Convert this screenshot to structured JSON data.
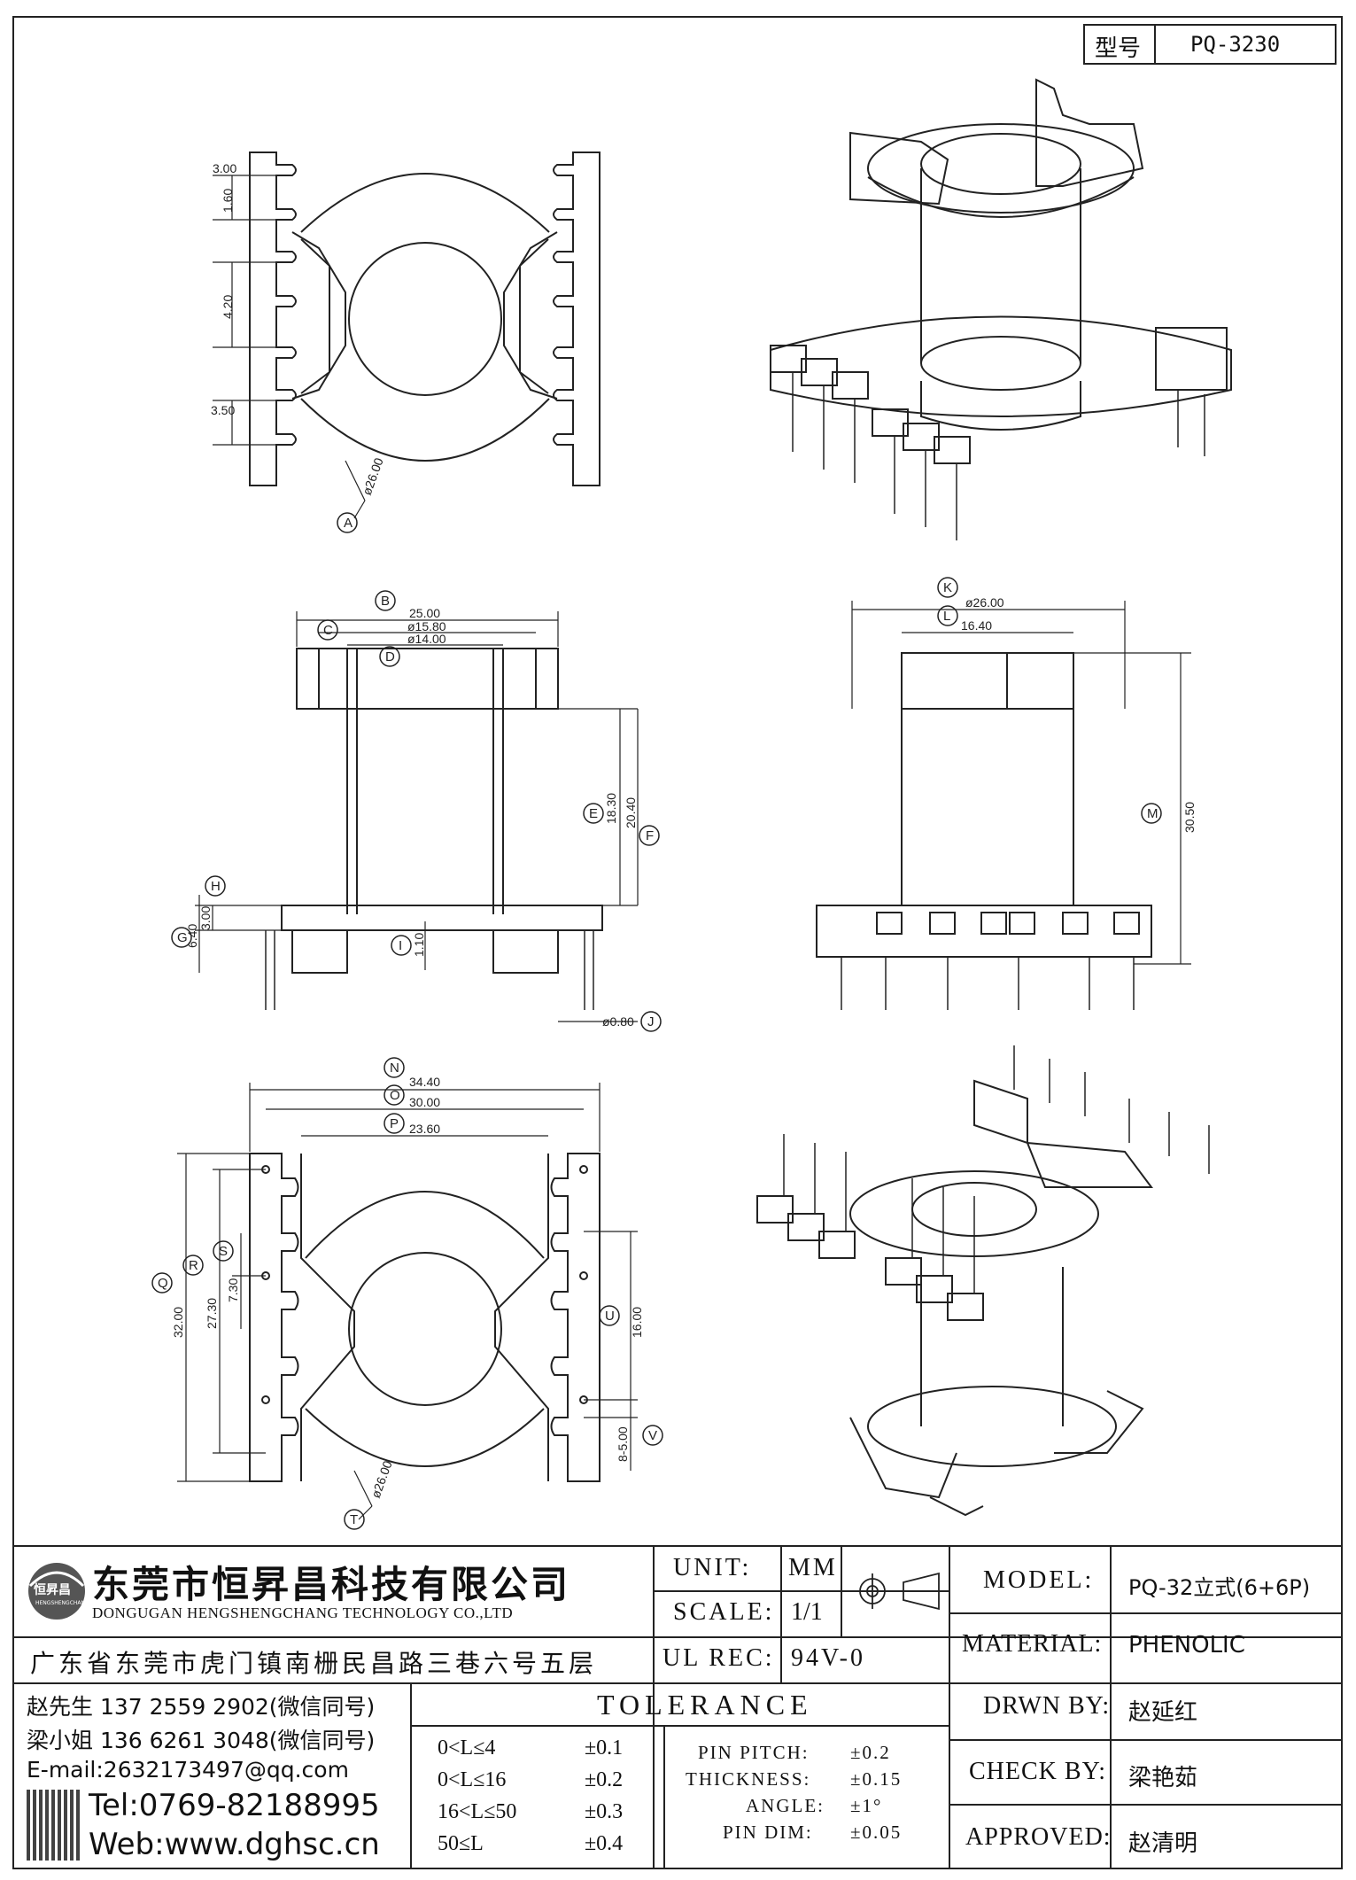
{
  "header": {
    "model_label": "型号",
    "model_value": "PQ-3230"
  },
  "views": {
    "top": {
      "dims": [
        "3.00",
        "1.60",
        "4.20",
        "3.50",
        "ø26.00"
      ],
      "callouts": [
        "A"
      ]
    },
    "front": {
      "dims": [
        "25.00",
        "ø15.80",
        "ø14.00",
        "18.30",
        "20.40",
        "3.00",
        "6.40",
        "1.10",
        "ø0.80"
      ],
      "callouts": [
        "B",
        "C",
        "D",
        "E",
        "F",
        "H",
        "G",
        "I",
        "J"
      ]
    },
    "side": {
      "dims": [
        "ø26.00",
        "16.40",
        "30.50"
      ],
      "callouts": [
        "K",
        "L",
        "M"
      ]
    },
    "bottom": {
      "dims": [
        "34.40",
        "30.00",
        "23.60",
        "32.00",
        "27.30",
        "7.30",
        "16.00",
        "8-5.00",
        "ø26.00"
      ],
      "callouts": [
        "N",
        "O",
        "P",
        "Q",
        "R",
        "S",
        "U",
        "V",
        "T"
      ]
    }
  },
  "company": {
    "logo_text": "恒昇昌",
    "logo_sub": "HENGSHENGCHANG",
    "name_cn": "东莞市恒昇昌科技有限公司",
    "name_en": "DONGUGAN HENGSHENGCHANG TECHNOLOGY CO.,LTD",
    "address": "广东省东莞市虎门镇南栅民昌路三巷六号五层",
    "contact1": "赵先生 137 2559 2902(微信同号)",
    "contact2": "梁小姐 136 6261 3048(微信同号)",
    "email": "E-mail:2632173497@qq.com",
    "tel": "Tel:0769-82188995",
    "web": "Web:www.dghsc.cn"
  },
  "spec": {
    "unit_label": "UNIT:",
    "unit_value": "MM",
    "scale_label": "SCALE:",
    "scale_value": "1/1",
    "ul_label": "UL REC:",
    "ul_value": "94V-0"
  },
  "tolerance": {
    "title": "TOLERANCE",
    "rows": [
      {
        "range": "0<L≤4",
        "value": "±0.1"
      },
      {
        "range": "0<L≤16",
        "value": "±0.2"
      },
      {
        "range": "16<L≤50",
        "value": "±0.3"
      },
      {
        "range": "50≤L",
        "value": "±0.4"
      }
    ],
    "extra": [
      {
        "label": "PIN PITCH:",
        "value": "±0.2"
      },
      {
        "label": "THICKNESS:",
        "value": "±0.15"
      },
      {
        "label": "ANGLE:",
        "value": "±1°"
      },
      {
        "label": "PIN DIM:",
        "value": "±0.05"
      }
    ]
  },
  "info": {
    "model_label": "MODEL:",
    "model_value": "PQ-32立式(6+6P)",
    "material_label": "MATERIAL:",
    "material_value": "PHENOLIC",
    "drwn_label": "DRWN BY:",
    "drwn_value": "赵延红",
    "check_label": "CHECK BY:",
    "check_value": "梁艳茹",
    "approved_label": "APPROVED:",
    "approved_value": "赵清明"
  }
}
